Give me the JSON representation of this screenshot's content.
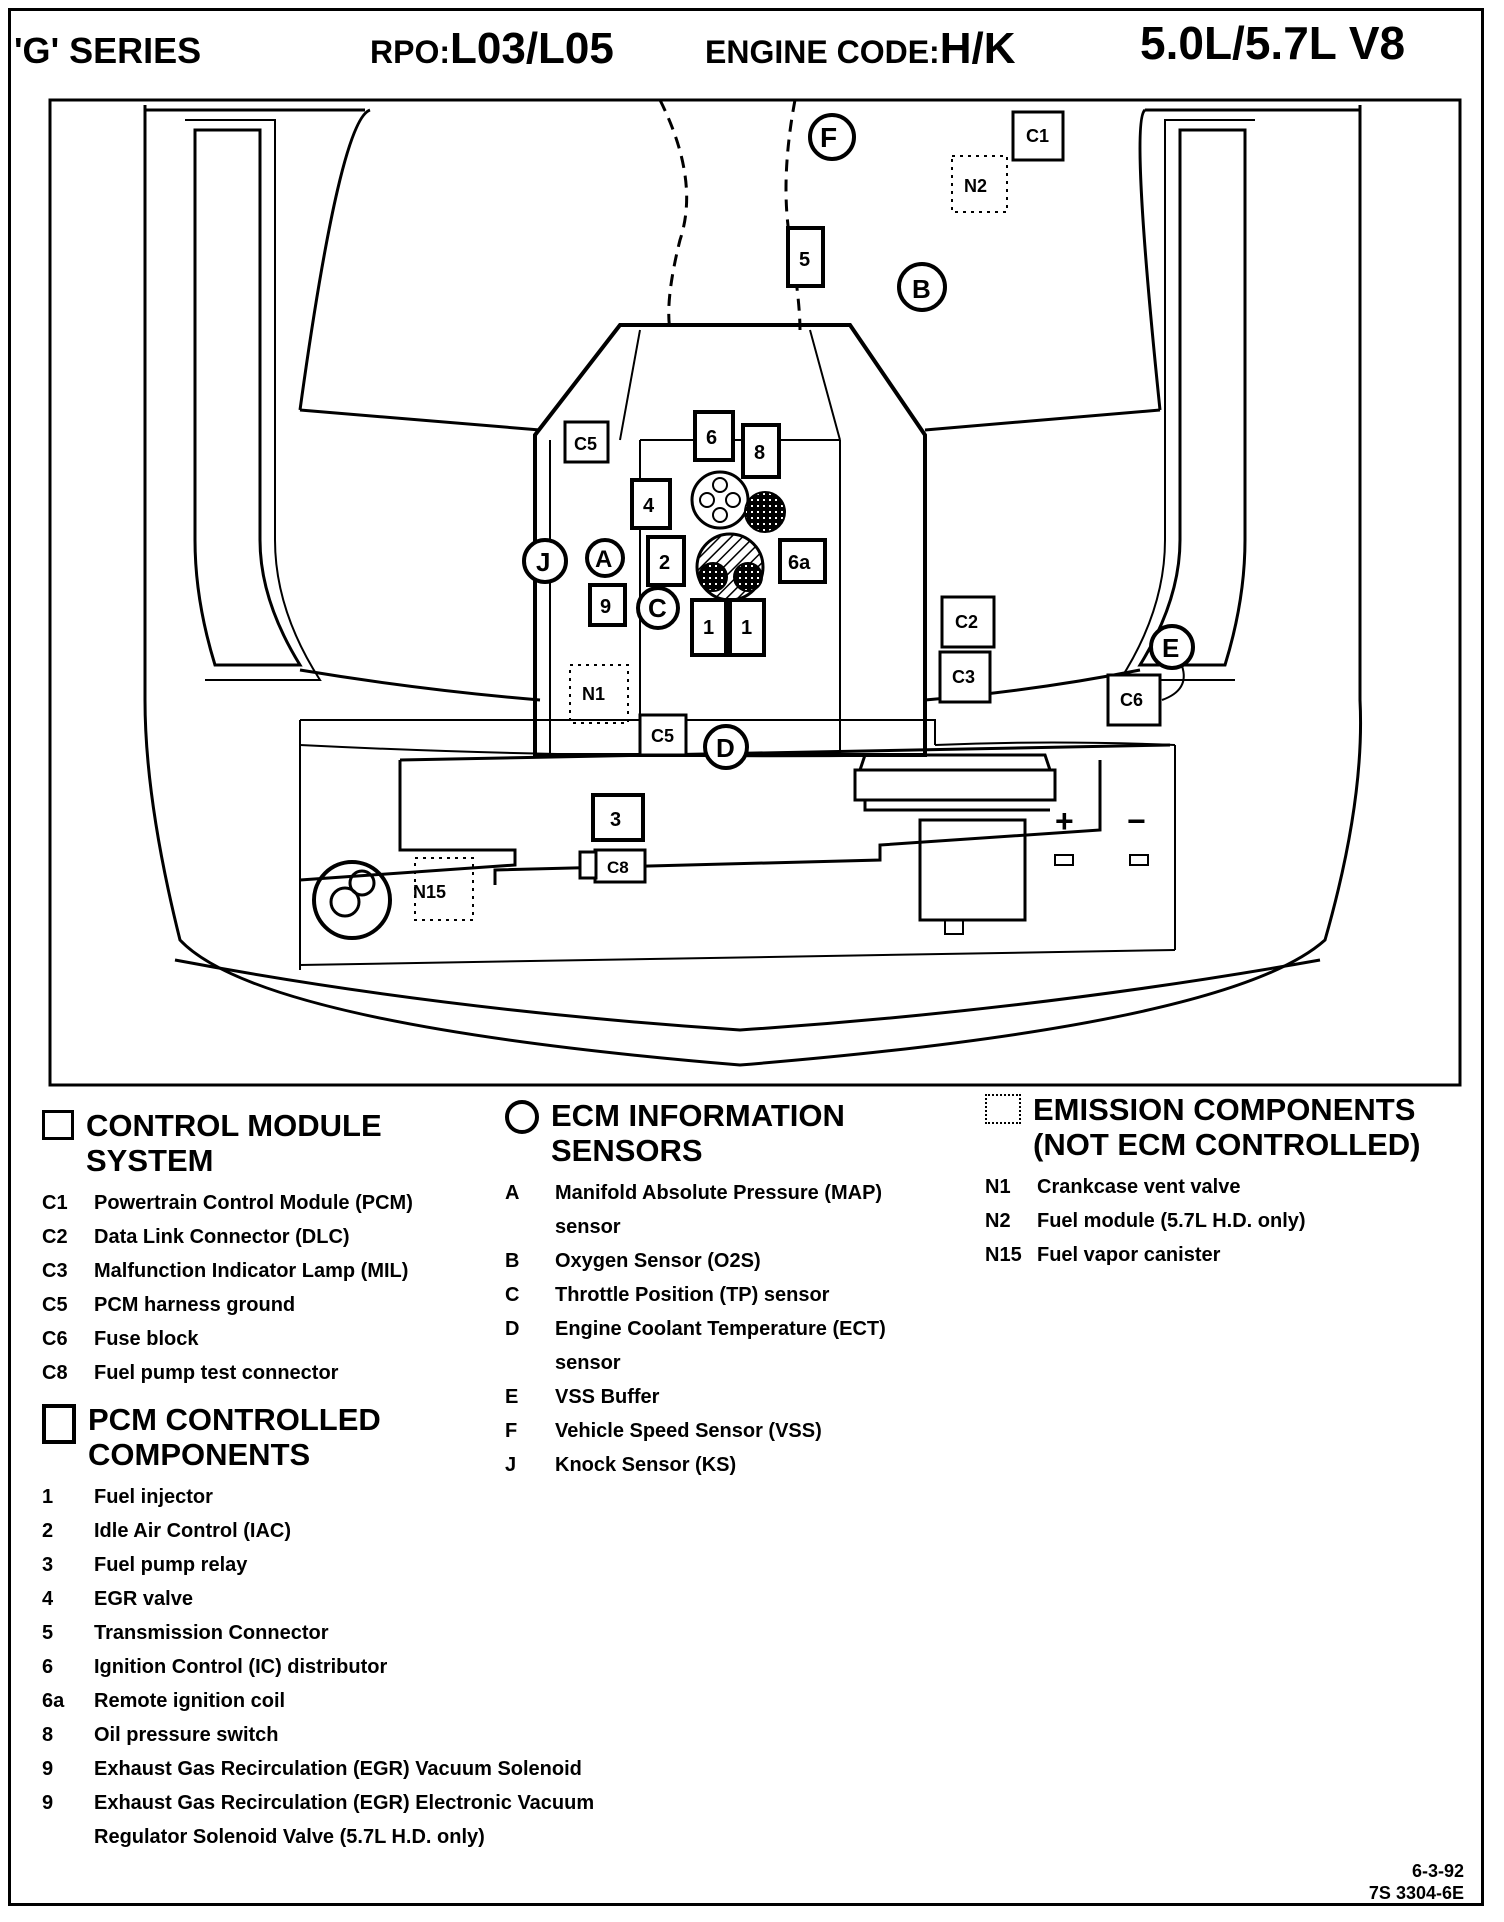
{
  "header": {
    "series": "'G' SERIES",
    "rpo_label": "RPO:",
    "rpo_value": "L03/L05",
    "engine_label": "ENGINE CODE:",
    "engine_value": "H/K",
    "displacement": "5.0L/5.7L  V8"
  },
  "diagram": {
    "labels": {
      "C1": "C1",
      "N2": "N2",
      "F": "F",
      "B": "B",
      "5": "5",
      "C5a": "C5",
      "6": "6",
      "8": "8",
      "4": "4",
      "J": "J",
      "A": "A",
      "2": "2",
      "6a": "6a",
      "9": "9",
      "C": "C",
      "1a": "1",
      "1b": "1",
      "C2": "C2",
      "C3": "C3",
      "E": "E",
      "C6": "C6",
      "N1": "N1",
      "C5b": "C5",
      "D": "D",
      "3": "3",
      "C8": "C8",
      "N15": "N15",
      "plus": "+",
      "minus": "−"
    }
  },
  "legend": {
    "control_module": {
      "title": "CONTROL MODULE\nSYSTEM",
      "items": [
        {
          "code": "C1",
          "text": "Powertrain Control Module (PCM)"
        },
        {
          "code": "C2",
          "text": "Data Link Connector (DLC)"
        },
        {
          "code": "C3",
          "text": "Malfunction Indicator Lamp (MIL)"
        },
        {
          "code": "C5",
          "text": "PCM harness ground"
        },
        {
          "code": "C6",
          "text": "Fuse block"
        },
        {
          "code": "C8",
          "text": "Fuel pump test connector"
        }
      ]
    },
    "pcm_controlled": {
      "title": "PCM CONTROLLED\nCOMPONENTS",
      "items": [
        {
          "code": "1",
          "text": "Fuel injector"
        },
        {
          "code": "2",
          "text": "Idle Air Control (IAC)"
        },
        {
          "code": "3",
          "text": "Fuel pump relay"
        },
        {
          "code": "4",
          "text": "EGR  valve"
        },
        {
          "code": "5",
          "text": "Transmission Connector"
        },
        {
          "code": "6",
          "text": "Ignition Control (IC) distributor"
        },
        {
          "code": "6a",
          "text": "Remote ignition coil"
        },
        {
          "code": "8",
          "text": "Oil pressure switch"
        },
        {
          "code": "9",
          "text": "Exhaust Gas Recirculation (EGR) Vacuum Solenoid"
        },
        {
          "code": "9",
          "text": "Exhaust Gas Recirculation (EGR) Electronic Vacuum Regulator Solenoid Valve (5.7L H.D. only)"
        }
      ]
    },
    "ecm_sensors": {
      "title": "ECM INFORMATION\nSENSORS",
      "items": [
        {
          "code": "A",
          "text": "Manifold Absolute Pressure (MAP) sensor"
        },
        {
          "code": "B",
          "text": "Oxygen Sensor (O2S)"
        },
        {
          "code": "C",
          "text": "Throttle Position (TP) sensor"
        },
        {
          "code": "D",
          "text": "Engine Coolant Temperature (ECT) sensor"
        },
        {
          "code": "E",
          "text": "VSS Buffer"
        },
        {
          "code": "F",
          "text": "Vehicle Speed Sensor (VSS)"
        },
        {
          "code": "J",
          "text": "Knock Sensor (KS)"
        }
      ]
    },
    "emission": {
      "title": "EMISSION COMPONENTS\n(NOT ECM CONTROLLED)",
      "items": [
        {
          "code": "N1",
          "text": "Crankcase vent valve"
        },
        {
          "code": "N2",
          "text": "Fuel module (5.7L H.D. only)"
        },
        {
          "code": "N15",
          "text": "Fuel vapor canister"
        }
      ]
    }
  },
  "footer": {
    "date": "6-3-92",
    "code": "7S 3304-6E"
  }
}
